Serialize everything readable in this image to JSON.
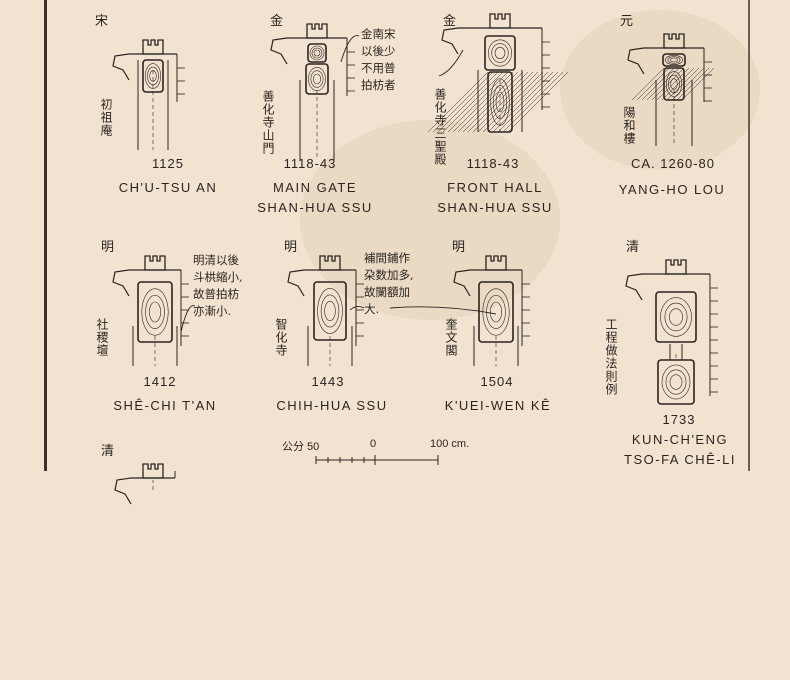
{
  "units": [
    {
      "dynasty": "宋",
      "vertical_name": "初祖庵",
      "date": "1125",
      "name_lines": [
        "CH'U-TSU AN"
      ]
    },
    {
      "dynasty": "金",
      "vertical_name": "善化寺山門",
      "date": "1118-43",
      "name_lines": [
        "MAIN GATE",
        "SHAN-HUA SSU"
      ],
      "note": "金南宋\n以後少\n不用普\n拍枋者"
    },
    {
      "dynasty": "金",
      "vertical_name": "善化寺三聖殿",
      "date": "1118-43",
      "name_lines": [
        "FRONT HALL",
        "SHAN-HUA SSU"
      ]
    },
    {
      "dynasty": "元",
      "vertical_name": "陽和樓",
      "date": "CA. 1260-80",
      "name_lines": [
        "YANG-HO LOU"
      ]
    },
    {
      "dynasty": "明",
      "vertical_name": "社稷壇",
      "date": "1412",
      "name_lines": [
        "SHÊ-CHI T'AN"
      ],
      "note": "明清以後\n斗栱縮小,\n故普拍枋\n亦漸小."
    },
    {
      "dynasty": "明",
      "vertical_name": "智化寺",
      "date": "1443",
      "name_lines": [
        "CHIH-HUA SSU"
      ],
      "note": "補間鋪作\n朶数加多,\n故闌額加\n大."
    },
    {
      "dynasty": "明",
      "vertical_name": "奎文閣",
      "date": "1504",
      "name_lines": [
        "K'UEI-WEN KÊ"
      ]
    },
    {
      "dynasty": "清",
      "vertical_name": "工程做法則例",
      "date": "1733",
      "name_lines": [
        "KUN-CH'ENG",
        "TSO-FA CHÊ-LI"
      ]
    },
    {
      "dynasty": "清"
    }
  ],
  "scale_bar": {
    "label_left": "公分 50",
    "label_zero": "0",
    "label_right": "100 cm."
  },
  "colors": {
    "paper": "#f1e3cf",
    "ink": "#2a2420"
  }
}
